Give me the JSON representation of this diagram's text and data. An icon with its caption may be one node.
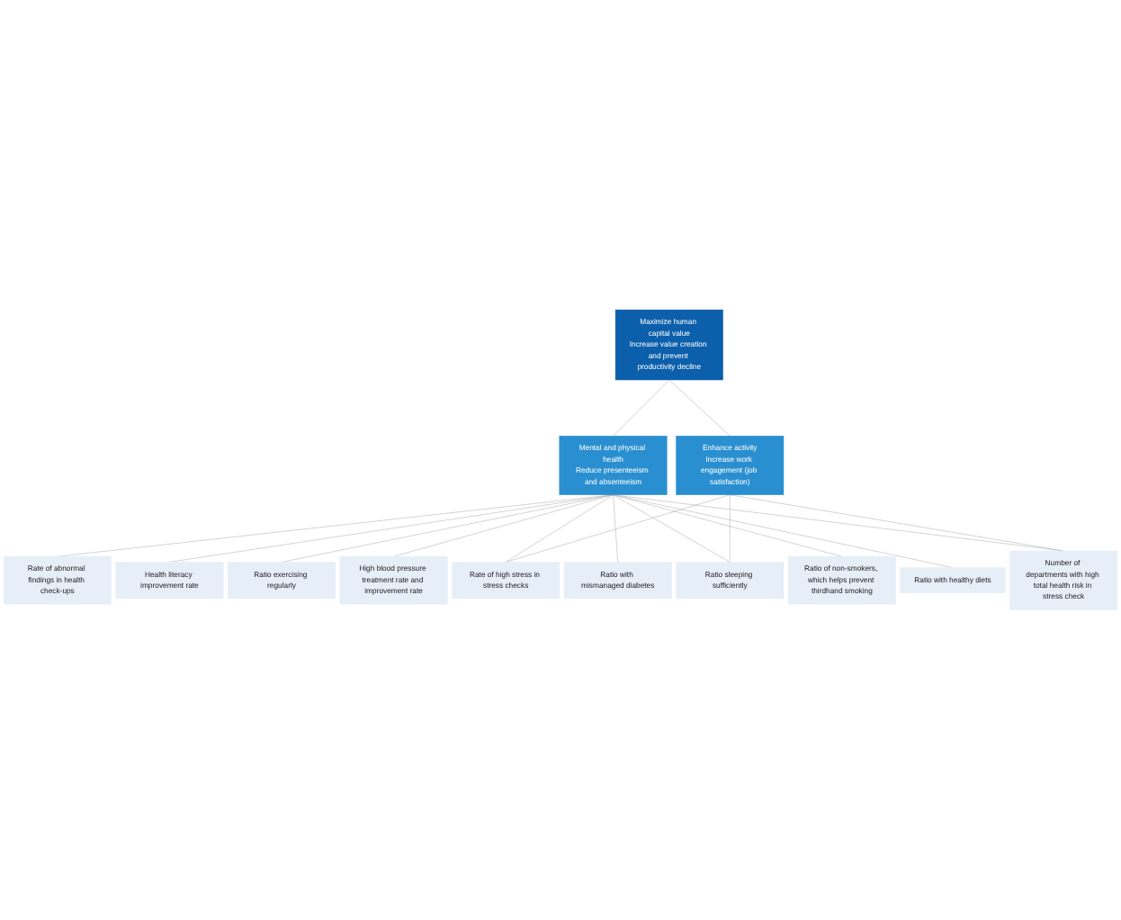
{
  "diagram": {
    "nodes": [
      {
        "text": [
          "Maximize human capital value",
          "Increase value creation and prevent productivity decline"
        ]
      },
      {
        "text": [
          "Mental and physical health",
          "Reduce presenteeism and absenteeism"
        ]
      },
      {
        "text": [
          "Enhance activity",
          "Increase work engagement (job satisfaction)"
        ]
      },
      {
        "text": [
          "Rate of abnormal findings in health check-ups"
        ]
      },
      {
        "text": [
          "Rate of high stress in stress checks"
        ]
      },
      {
        "text": [
          "Health literacy improvement rate"
        ]
      },
      {
        "text": [
          "Ratio exercising regularly"
        ]
      },
      {
        "text": [
          "High blood pressure treatment rate and improvement rate"
        ]
      },
      {
        "text": [
          "Ratio sleeping sufficiently"
        ]
      },
      {
        "text": [
          "Ratio with mismanaged diabetes"
        ]
      },
      {
        "text": [
          "Number of departments with high total health risk in stress check"
        ]
      },
      {
        "text": [
          "Ratio of non-smokers, which helps prevent thirdhand smoking"
        ]
      },
      {
        "text": [
          "Ratio with healthy diets"
        ]
      }
    ],
    "edges": [
      {
        "from": 0,
        "to": 1,
        "arrow": "none"
      },
      {
        "from": 0,
        "to": 2,
        "arrow": "none"
      },
      {
        "from": 1,
        "to": 3,
        "arrow": "none"
      },
      {
        "from": 1,
        "to": 4,
        "arrow": "none"
      },
      {
        "from": 1,
        "to": 5,
        "arrow": "none"
      },
      {
        "from": 1,
        "to": 6,
        "arrow": "none"
      },
      {
        "from": 1,
        "to": 7,
        "arrow": "none"
      },
      {
        "from": 1,
        "to": 8,
        "arrow": "none"
      },
      {
        "from": 1,
        "to": 9,
        "arrow": "none"
      },
      {
        "from": 1,
        "to": 10,
        "arrow": "none"
      },
      {
        "from": 1,
        "to": 11,
        "arrow": "none"
      },
      {
        "from": 1,
        "to": 12,
        "arrow": "none"
      },
      {
        "from": 2,
        "to": 4,
        "arrow": "none"
      },
      {
        "from": 2,
        "to": 8,
        "arrow": "none"
      },
      {
        "from": 2,
        "to": 10,
        "arrow": "none"
      }
    ]
  }
}
